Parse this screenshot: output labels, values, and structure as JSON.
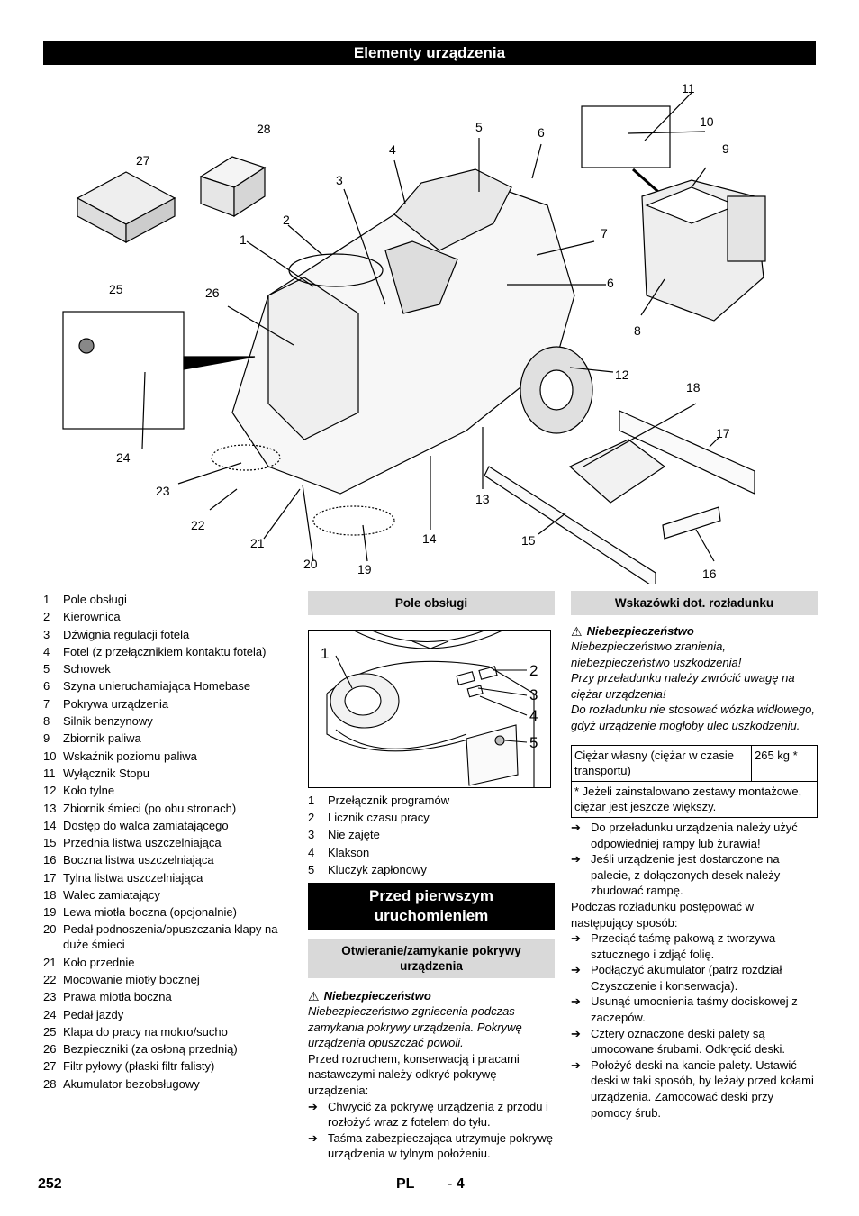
{
  "header": {
    "title": "Elementy urządzenia"
  },
  "figure": {
    "callouts": [
      "1",
      "2",
      "3",
      "4",
      "5",
      "6",
      "6",
      "7",
      "8",
      "9",
      "10",
      "11",
      "12",
      "13",
      "14",
      "15",
      "16",
      "17",
      "18",
      "19",
      "20",
      "21",
      "22",
      "23",
      "24",
      "25",
      "26",
      "27",
      "28"
    ]
  },
  "parts": [
    {
      "n": "1",
      "label": "Pole obsługi"
    },
    {
      "n": "2",
      "label": "Kierownica"
    },
    {
      "n": "3",
      "label": "Dźwignia regulacji fotela"
    },
    {
      "n": "4",
      "label": "Fotel (z przełącznikiem kontaktu fotela)"
    },
    {
      "n": "5",
      "label": "Schowek"
    },
    {
      "n": "6",
      "label": "Szyna unieruchamiająca Homebase"
    },
    {
      "n": "7",
      "label": "Pokrywa urządzenia"
    },
    {
      "n": "8",
      "label": "Silnik benzynowy"
    },
    {
      "n": "9",
      "label": "Zbiornik paliwa"
    },
    {
      "n": "10",
      "label": "Wskaźnik poziomu paliwa"
    },
    {
      "n": "11",
      "label": "Wyłącznik Stopu"
    },
    {
      "n": "12",
      "label": "Koło tylne"
    },
    {
      "n": "13",
      "label": "Zbiornik śmieci (po obu stronach)"
    },
    {
      "n": "14",
      "label": "Dostęp do walca zamiatającego"
    },
    {
      "n": "15",
      "label": "Przednia listwa uszczelniająca"
    },
    {
      "n": "16",
      "label": "Boczna listwa uszczelniająca"
    },
    {
      "n": "17",
      "label": "Tylna listwa uszczelniająca"
    },
    {
      "n": "18",
      "label": "Walec zamiatający"
    },
    {
      "n": "19",
      "label": "Lewa miotła boczna (opcjonalnie)"
    },
    {
      "n": "20",
      "label": "Pedał podnoszenia/opuszczania klapy na duże śmieci"
    },
    {
      "n": "21",
      "label": "Koło przednie"
    },
    {
      "n": "22",
      "label": "Mocowanie miotły bocznej"
    },
    {
      "n": "23",
      "label": "Prawa miotła boczna"
    },
    {
      "n": "24",
      "label": "Pedał jazdy"
    },
    {
      "n": "25",
      "label": "Klapa do pracy na mokro/sucho"
    },
    {
      "n": "26",
      "label": "Bezpieczniki (za osłoną przednią)"
    },
    {
      "n": "27",
      "label": "Filtr pyłowy (płaski filtr falisty)"
    },
    {
      "n": "28",
      "label": "Akumulator bezobsługowy"
    }
  ],
  "control_panel": {
    "heading": "Pole obsługi",
    "callouts": [
      "1",
      "2",
      "3",
      "4",
      "5"
    ],
    "items": [
      {
        "n": "1",
        "label": "Przełącznik programów"
      },
      {
        "n": "2",
        "label": "Licznik czasu pracy"
      },
      {
        "n": "3",
        "label": "Nie zajęte"
      },
      {
        "n": "4",
        "label": "Klakson"
      },
      {
        "n": "5",
        "label": "Kluczyk zapłonowy"
      }
    ]
  },
  "first_use": {
    "heading": "Przed pierwszym uruchomieniem",
    "subheading": "Otwieranie/zamykanie pokrywy urządzenia",
    "warning_title": "Niebezpieczeństwo",
    "warning_text": "Niebezpieczeństwo zgniecenia podczas zamykania pokrywy urządzenia. Pokrywę urządzenia opuszczać powoli.",
    "intro": "Przed rozruchem, konserwacją i pracami nastawczymi należy odkryć pokrywę urządzenia:",
    "steps": [
      "Chwycić za pokrywę urządzenia z przodu i rozłożyć wraz z fotelem do tyłu.",
      "Taśma zabezpieczająca utrzymuje pokrywę urządzenia w tylnym położeniu."
    ]
  },
  "unloading": {
    "heading": "Wskazówki dot. rozładunku",
    "warning_title": "Niebezpieczeństwo",
    "warning_lines": [
      "Niebezpieczeństwo zranienia, niebezpieczeństwo uszkodzenia!",
      "Przy przeładunku należy zwrócić uwagę na ciężar urządzenia!",
      "Do rozładunku nie stosować wózka widłowego, gdyż urządzenie mogłoby ulec uszkodzeniu."
    ],
    "table": {
      "label": "Ciężar własny (ciężar w czasie transportu)",
      "value": "265 kg *",
      "note": "* Jeżeli zainstalowano zestawy montażowe, ciężar jest jeszcze większy."
    },
    "tips": [
      "Do przeładunku urządzenia należy użyć odpowiedniej rampy lub żurawia!",
      "Jeśli urządzenie jest dostarczone na palecie, z dołączonych desek należy zbudować rampę."
    ],
    "procedure_intro": "Podczas rozładunku postępować w następujący sposób:",
    "procedure": [
      "Przeciąć taśmę pakową z tworzywa sztucznego i zdjąć folię.",
      "Podłączyć akumulator (patrz rozdział Czyszczenie i konserwacja).",
      "Usunąć umocnienia taśmy dociskowej z zaczepów.",
      "Cztery oznaczone deski palety są umocowane śrubami. Odkręcić deski.",
      "Położyć deski na kancie palety. Ustawić deski w taki sposób, by leżały przed kołami urządzenia. Zamocować deski przy pomocy śrub."
    ]
  },
  "footer": {
    "page_number": "252",
    "language": "PL",
    "section_prefix": "-",
    "section_page": "4"
  }
}
